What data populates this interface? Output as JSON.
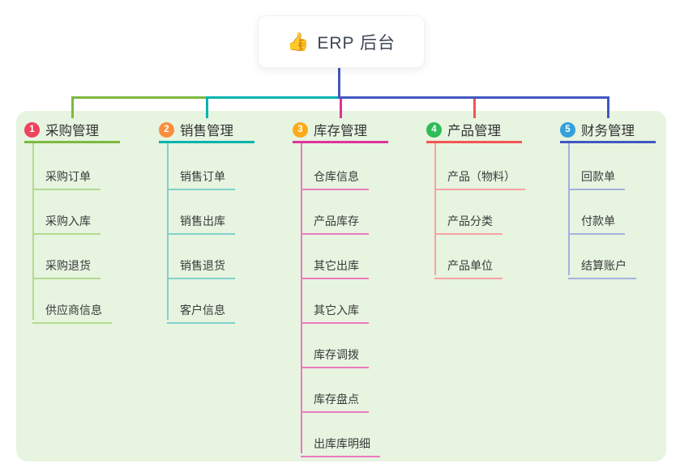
{
  "root": {
    "icon": "👍",
    "label": "ERP 后台"
  },
  "canvas": {
    "background": "#ffffff",
    "panel_background": "#e6f4e0"
  },
  "branches": [
    {
      "index": "1",
      "label": "采购管理",
      "badge_color": "#f0445c",
      "line_color": "#7cb93e",
      "child_line_color": "#b3db8d",
      "children": [
        "采购订单",
        "采购入库",
        "采购退货",
        "供应商信息"
      ]
    },
    {
      "index": "2",
      "label": "销售管理",
      "badge_color": "#fb8d3f",
      "line_color": "#00b3ad",
      "child_line_color": "#7fd2cb",
      "children": [
        "销售订单",
        "销售出库",
        "销售退货",
        "客户信息"
      ]
    },
    {
      "index": "3",
      "label": "库存管理",
      "badge_color": "#fbab19",
      "line_color": "#de3399",
      "child_line_color": "#ee79be",
      "children": [
        "仓库信息",
        "产品库存",
        "其它出库",
        "其它入库",
        "库存调拨",
        "库存盘点",
        "出库库明细"
      ]
    },
    {
      "index": "4",
      "label": "产品管理",
      "badge_color": "#2ebd59",
      "line_color": "#f25555",
      "child_line_color": "#f8a3a0",
      "children": [
        "产品（物料）",
        "产品分类",
        "产品单位"
      ]
    },
    {
      "index": "5",
      "label": "财务管理",
      "badge_color": "#35a0dc",
      "line_color": "#4157c0",
      "child_line_color": "#a3b2dd",
      "children": [
        "回款单",
        "付款单",
        "结算账户"
      ]
    }
  ]
}
